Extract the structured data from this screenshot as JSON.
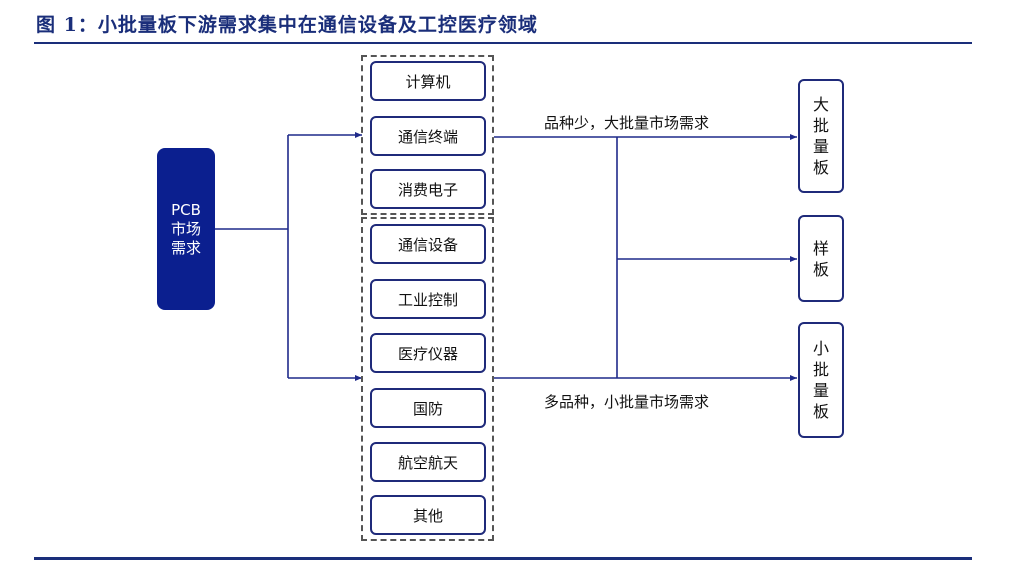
{
  "title": "图 1：小批量板下游需求集中在通信设备及工控医疗领域",
  "footer": "",
  "source_node": {
    "label": "PCB\n市场\n需求"
  },
  "group_top": {
    "items": [
      "计算机",
      "通信终端",
      "消费电子"
    ]
  },
  "group_bottom": {
    "items": [
      "通信设备",
      "工业控制",
      "医疗仪器",
      "国防",
      "航空航天",
      "其他"
    ]
  },
  "edge_labels": {
    "top": "品种少，大批量市场需求",
    "bottom": "多品种，小批量市场需求"
  },
  "outputs": [
    {
      "label": "大\n批\n量\n板"
    },
    {
      "label": "样\n板"
    },
    {
      "label": "小\n批\n量\n板"
    }
  ],
  "colors": {
    "accent": "#1a2e7a",
    "node_fill": "#0b1f8f",
    "line": "#1f2a8a"
  }
}
